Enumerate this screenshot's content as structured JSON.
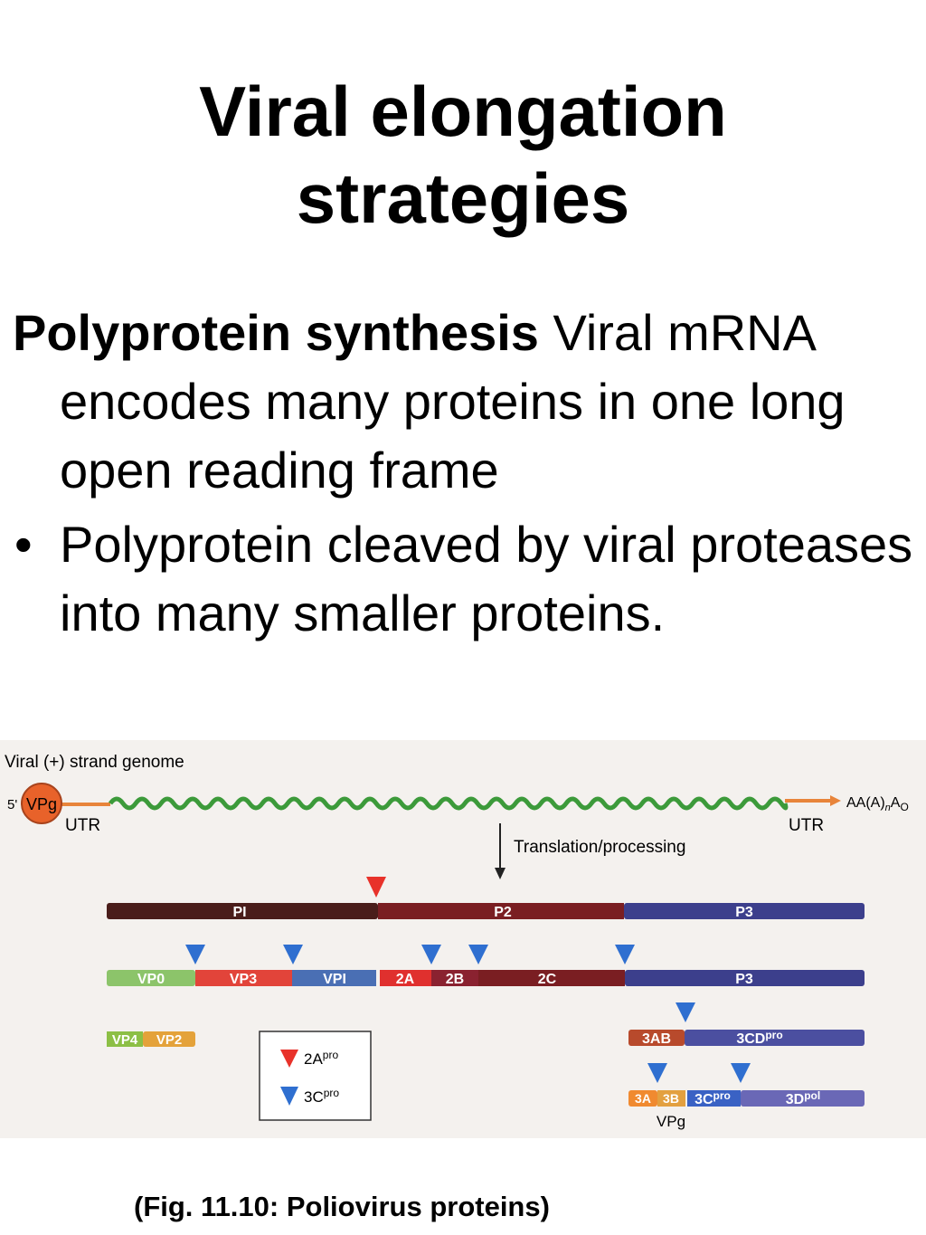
{
  "slide": {
    "title_line1": "Viral elongation",
    "title_line2": "strategies",
    "para1_bold": "Polyprotein synthesis",
    "para1_rest": " Viral mRNA encodes many proteins in one long open reading frame",
    "bullet_char": "•",
    "bullet1": "Polyprotein cleaved by viral proteases into many smaller proteins.",
    "caption": "(Fig. 11.10:  Poliovirus proteins)"
  },
  "figure": {
    "genome_label": "Viral (+) strand genome",
    "five_prime": "5'",
    "vpg": "VPg",
    "utr_left": "UTR",
    "utr_right": "UTR",
    "polya_main": "AA(A)",
    "polya_sub": "n",
    "polya_end": "A",
    "polya_ring": "O",
    "translation": "Translation/processing",
    "p1": "PI",
    "p2": "P2",
    "p3": "P3",
    "vp0": "VP0",
    "vp3": "VP3",
    "vp1": "VPI",
    "c2a": "2A",
    "c2b": "2B",
    "c2c": "2C",
    "p3b": "P3",
    "vp4": "VP4",
    "vp2": "VP2",
    "c3ab": "3AB",
    "c3cd": "3CD",
    "c3cd_sup": "pro",
    "c3a": "3A",
    "c3b": "3B",
    "c3c": "3C",
    "c3c_sup": "pro",
    "c3d": "3D",
    "c3d_sup": "pol",
    "vpg_bottom": "VPg",
    "legend_2a": "2A",
    "legend_2a_sup": "pro",
    "legend_3c": "3C",
    "legend_3c_sup": "pro",
    "colors": {
      "red_marker": "#e8322a",
      "blue_marker": "#2f6fd0",
      "p1": "#4a1d1a",
      "p2": "#7a1e22",
      "p3": "#3c3f8c",
      "vp0": "#8cc46a",
      "vp3": "#e2443a",
      "vp1": "#4a6fb4",
      "c2a": "#e0302e",
      "c2b": "#8a2230",
      "c2c": "#7a1e22",
      "vp4": "#8cbf45",
      "vp2": "#e4a23a",
      "c3ab": "#b84a2c",
      "c3cd": "#4b4fa0",
      "c3a": "#f08a30",
      "c3b": "#e3a040",
      "c3c": "#3a62c4",
      "c3d": "#6a68b6",
      "vpg_circle": "#e8622a",
      "utr_line": "#e8843a",
      "wave": "#3c9a3a"
    }
  }
}
